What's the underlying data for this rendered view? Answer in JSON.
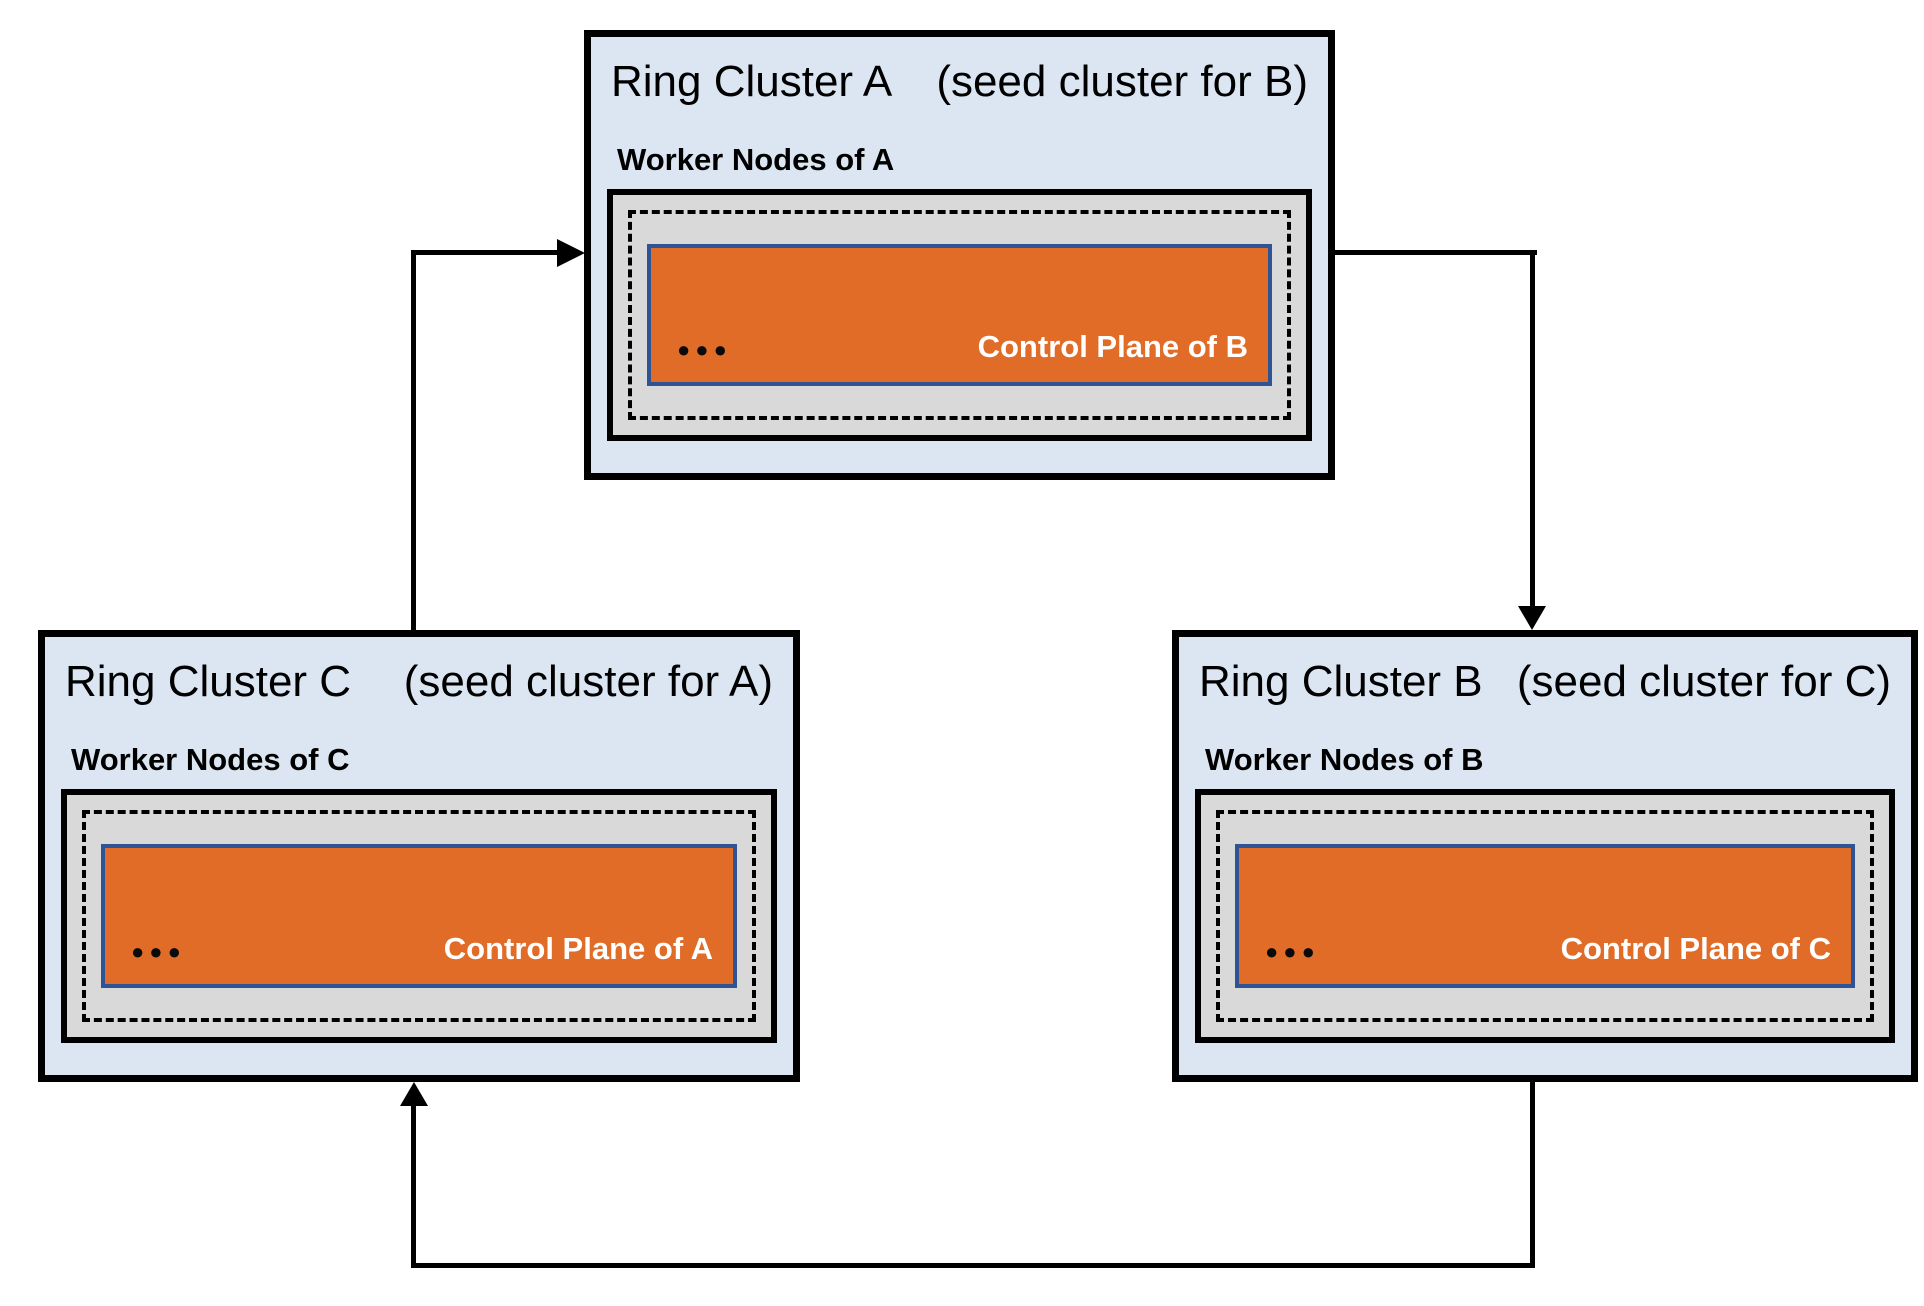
{
  "diagram": {
    "type": "ring-cluster-topology",
    "clusters": [
      {
        "id": "A",
        "title": "Ring Cluster A",
        "subtitle": "(seed cluster for B)",
        "worker_label": "Worker Nodes of A",
        "control_plane_label": "Control Plane of B",
        "ellipsis": "●●●"
      },
      {
        "id": "B",
        "title": "Ring Cluster B",
        "subtitle": "(seed cluster for C)",
        "worker_label": "Worker Nodes of B",
        "control_plane_label": "Control Plane of C",
        "ellipsis": "●●●"
      },
      {
        "id": "C",
        "title": "Ring Cluster C",
        "subtitle": "(seed cluster for A)",
        "worker_label": "Worker Nodes of C",
        "control_plane_label": "Control Plane of A",
        "ellipsis": "●●●"
      }
    ],
    "arrows": [
      {
        "from": "C",
        "to": "A"
      },
      {
        "from": "A",
        "to": "B"
      },
      {
        "from": "B",
        "to": "C"
      }
    ],
    "colors": {
      "cluster_fill": "#dce6f2",
      "cluster_border": "#000000",
      "worker_area_fill": "#d9d9d9",
      "dashed_border": "#000000",
      "control_plane_fill": "#e06c28",
      "control_plane_border": "#2f5496",
      "control_plane_text": "#ffffff",
      "arrow": "#000000"
    }
  }
}
